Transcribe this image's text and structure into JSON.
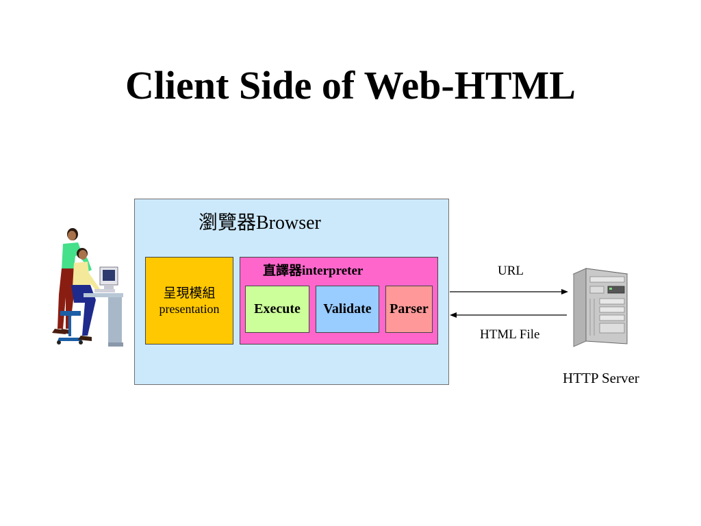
{
  "title": "Client Side of Web-HTML",
  "browser": {
    "label": "瀏覽器Browser",
    "presentation": {
      "label_zh": "呈現模組",
      "label_en": "presentation"
    },
    "interpreter": {
      "label": "直譯器interpreter",
      "modules": [
        "Execute",
        "Validate",
        "Parser"
      ]
    }
  },
  "connection": {
    "request_label": "URL",
    "response_label": "HTML File"
  },
  "server": {
    "label": "HTTP Server"
  },
  "colors": {
    "browser_bg": "#cce9fb",
    "presentation_bg": "#ffc800",
    "interpreter_bg": "#ff66cc",
    "execute_bg": "#ccff99",
    "validate_bg": "#99ccff",
    "parser_bg": "#ff9999"
  },
  "icons": {
    "client": "people-at-computer-icon",
    "server": "server-tower-icon"
  }
}
